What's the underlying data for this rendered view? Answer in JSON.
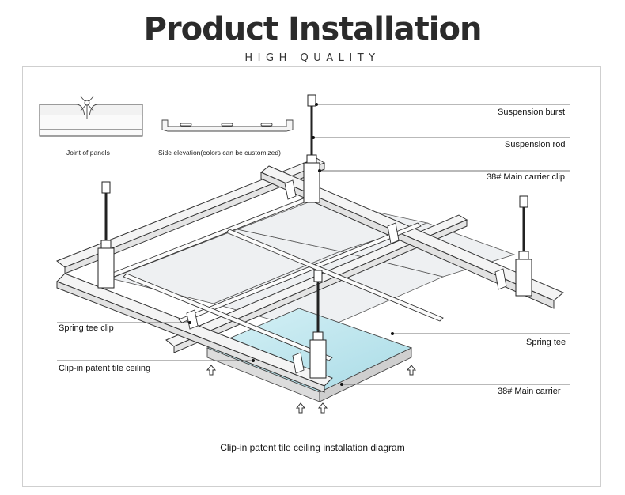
{
  "header": {
    "title": "Product Installation",
    "subtitle": "HIGH QUALITY"
  },
  "insets": {
    "joint_label": "Joint of panels",
    "elevation_label": "Side elevation(colors can be customized)"
  },
  "labels": {
    "suspension_burst": "Suspension burst",
    "suspension_rod": "Suspension rod",
    "main_carrier_clip": "38# Main carrier clip",
    "spring_tee_clip": "Spring tee clip",
    "spring_tee": "Spring tee",
    "clip_in_ceiling": "Clip-in patent tile ceiling",
    "main_carrier": "38#  Main carrier"
  },
  "caption": "Clip-in patent tile ceiling installation diagram",
  "colors": {
    "line": "#333333",
    "panel_fill": "#eef0f2",
    "tile_fill": "#bfe6ee",
    "rail_fill": "#f4f4f4"
  }
}
